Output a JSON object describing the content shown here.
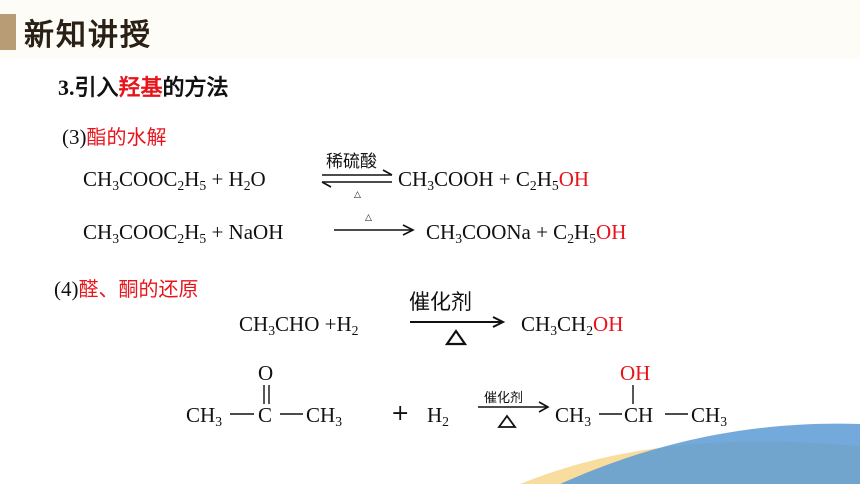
{
  "header": {
    "title": "新知讲授"
  },
  "section": {
    "number": "3.",
    "title_pre": "引入",
    "title_highlight": "羟基",
    "title_post": "的方法"
  },
  "part3": {
    "label": "(3)",
    "title": "酯的水解",
    "eq1": {
      "condition": "稀硫酸",
      "heat": "△"
    },
    "eq2": {
      "heat": "△"
    }
  },
  "part4": {
    "label": "(4)",
    "title": "醛、酮的还原",
    "eq3": {
      "catalyst": "催化剂"
    },
    "eq4": {
      "catalyst": "催化剂",
      "plus": "+"
    }
  },
  "colors": {
    "accent": "#b89c76",
    "highlight": "#e8141c",
    "wave_blue": "#5b9bd5",
    "wave_gold": "#f2c14e"
  }
}
